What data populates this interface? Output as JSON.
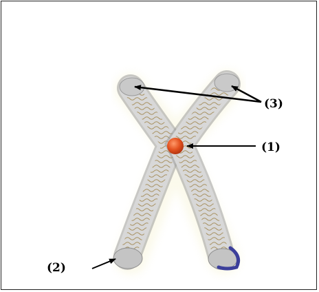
{
  "diagram": {
    "labels": {
      "centromere": "(1)",
      "telomere": "(2)",
      "chromatid": "(3)"
    },
    "icons": {
      "chromosome": "x-shaped-chromosome-icon",
      "centromere": "orange-dot-icon"
    },
    "colors": {
      "chromosome_body": "#cfcfcf",
      "chromosome_edge": "#9a9a9a",
      "coil": "#a38a55",
      "centromere": "#e2501e",
      "telomere_cap": "#3c3f9a",
      "arrow": "#000000"
    }
  }
}
